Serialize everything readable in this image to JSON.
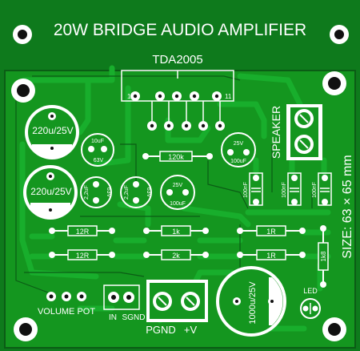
{
  "board": {
    "title": "20W BRIDGE AUDIO AMPLIFIER",
    "ic_label": "TDA2005",
    "ic_pin_first": "1",
    "ic_pin_last": "11",
    "size_label": "SIZE: 63 × 65 mm",
    "colors": {
      "board": "#0e7a1c",
      "copper": "#16a428",
      "trace_edge": "#0b5c15",
      "silk": "#ffffff"
    }
  },
  "components": {
    "c_220u_a": "220u/25V",
    "c_220u_b": "220u/25V",
    "c_10uf_top": "10uF",
    "c_10uf_bot": "63V",
    "c_22uf_a_l": "2,2uF",
    "c_22uf_a_r": "63V",
    "c_22uf_b_l": "2,2uF",
    "c_22uf_b_r": "63V",
    "c_100uf_mid_top": "25V",
    "c_100uf_mid_bot": "100uF",
    "c_100uf_right_top": "25V",
    "c_100uf_right_bot": "100uF",
    "c_1000uf": "1000u/25V",
    "r_120k": "120k",
    "r_12r_a": "12R",
    "r_12r_b": "12R",
    "r_1k": "1k",
    "r_2k": "2k",
    "r_1r_a": "1R",
    "r_1r_b": "1R",
    "r_1k8": "1k8",
    "c_100nf_a": "100nF",
    "c_100nf_b": "100nF",
    "c_100nf_c": "100nF",
    "speaker_label": "SPEAKER",
    "volume_label": "VOLUME POT",
    "in_label": "IN",
    "sgnd_label": "SGND",
    "pgnd_label": "PGND",
    "plusv_label": "+V",
    "led_label": "LED"
  }
}
